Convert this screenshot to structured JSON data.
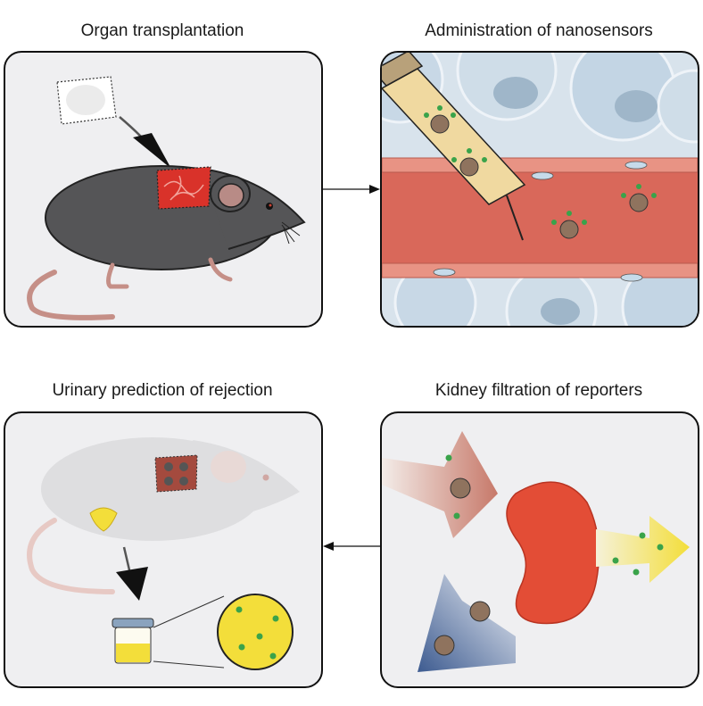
{
  "panels": {
    "organ_transplantation": {
      "title": "Organ transplantation"
    },
    "administration": {
      "title": "Administration of nanosensors"
    },
    "urinary": {
      "title": "Urinary prediction of rejection"
    },
    "kidney": {
      "title": "Kidney filtration of reporters"
    }
  },
  "colors": {
    "panel_bg": "#efeff1",
    "mouse_dark": "#555557",
    "mouse_faded": "#dedee0",
    "tail_pink": "#c58f87",
    "graft_red": "#d9322a",
    "vessel_red": "#d9685a",
    "cell_blue": "#cfdde8",
    "kidney_red": "#e34d36",
    "urine_yellow": "#f3de3a",
    "reporter_green": "#3aa34a",
    "nanoparticle_brown": "#8f735e"
  },
  "icons": [
    "mouse",
    "skin-graft",
    "syringe",
    "blood-vessel",
    "nanoparticle",
    "kidney",
    "urine-cup",
    "arrow"
  ]
}
